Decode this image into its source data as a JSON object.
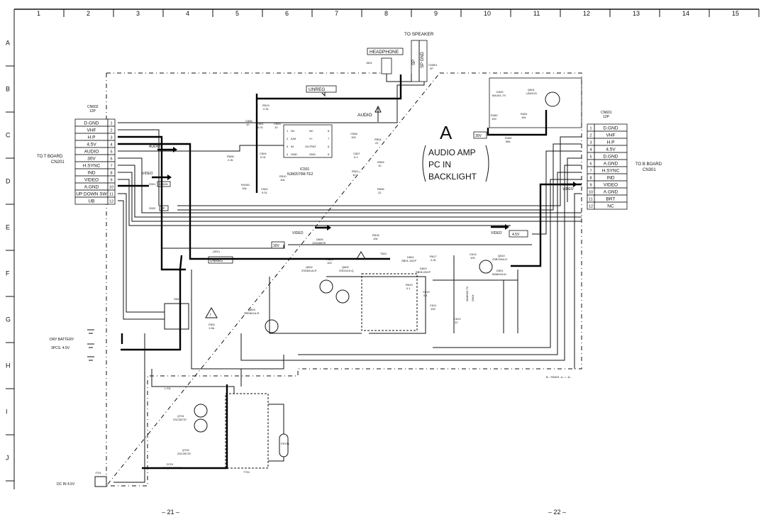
{
  "grid": {
    "columns": [
      "1",
      "2",
      "3",
      "4",
      "5",
      "6",
      "7",
      "8",
      "9",
      "10",
      "11",
      "12",
      "13",
      "14",
      "15"
    ],
    "rows": [
      "A",
      "B",
      "C",
      "D",
      "E",
      "F",
      "G",
      "H",
      "I",
      "J"
    ]
  },
  "board_name": "A",
  "board_function": [
    "AUDIO AMP",
    "PC IN",
    "BACKLIGHT"
  ],
  "to_speaker": "TO SPEAKER",
  "headphone": "HEADPHONE",
  "sp_labels": [
    "SP",
    "SP GND"
  ],
  "j501": "J501",
  "cn501": [
    "CN501",
    "2P"
  ],
  "cn602": {
    "ref": [
      "CN602",
      "12P"
    ],
    "pins": [
      {
        "n": "1",
        "label": "D.GND"
      },
      {
        "n": "2",
        "label": "VHF"
      },
      {
        "n": "3",
        "label": "H.P"
      },
      {
        "n": "4",
        "label": "4.5V"
      },
      {
        "n": "5",
        "label": "AUDIO"
      },
      {
        "n": "6",
        "label": "30V"
      },
      {
        "n": "7",
        "label": "H.SYNC"
      },
      {
        "n": "8",
        "label": "IND"
      },
      {
        "n": "9",
        "label": "VIDEO"
      },
      {
        "n": "10",
        "label": "A.GND"
      },
      {
        "n": "11",
        "label": "UP DOWN SW"
      },
      {
        "n": "12",
        "label": "UB"
      }
    ]
  },
  "to_t_board": [
    "TO T BOARD",
    "CN201"
  ],
  "cn601": {
    "ref": [
      "CN601",
      "12P"
    ],
    "pins": [
      {
        "n": "1",
        "label": "D.GND"
      },
      {
        "n": "2",
        "label": "VHF"
      },
      {
        "n": "3",
        "label": "H.P"
      },
      {
        "n": "4",
        "label": "4.5V"
      },
      {
        "n": "5",
        "label": "D.GND"
      },
      {
        "n": "6",
        "label": "A.GND"
      },
      {
        "n": "7",
        "label": "H.SYNC"
      },
      {
        "n": "8",
        "label": "IND"
      },
      {
        "n": "9",
        "label": "VIDEO"
      },
      {
        "n": "10",
        "label": "A.GND"
      },
      {
        "n": "11",
        "label": "BRT"
      },
      {
        "n": "12",
        "label": "NC"
      }
    ]
  },
  "to_b_board": [
    "TO B BOARD",
    "CN301"
  ],
  "ic501": {
    "ref": "IC501",
    "part": "NJM2070M-TE2",
    "pins": [
      {
        "n": "1",
        "label": "NC"
      },
      {
        "n": "2",
        "label": "A/M"
      },
      {
        "n": "3",
        "label": "IN"
      },
      {
        "n": "4",
        "label": "GND"
      },
      {
        "n": "8",
        "label": "NC"
      },
      {
        "n": "7",
        "label": "V+"
      },
      {
        "n": "6",
        "label": "OUTPAT"
      },
      {
        "n": "5",
        "label": "GND"
      }
    ]
  },
  "signals": {
    "unreg": "UNREG",
    "audio": "AUDIO",
    "video": "VIDEO",
    "v30": "30V",
    "v45": "4.5V",
    "down": "DOWN",
    "up": "UP",
    "v30b": "(30V)"
  },
  "switches": {
    "s001": "S001",
    "s002": "S002",
    "s601": "S601"
  },
  "battery": [
    "DRY BATTERY",
    "3PCS. 4.5V"
  ],
  "dc_in": "DC IN 4.5V",
  "j701": "J701",
  "transistors": [
    {
      "ref": "Q601",
      "part": "UN2215"
    },
    {
      "ref": "Q602",
      "part": "2SD601A-R"
    },
    {
      "ref": "Q603",
      "part": "2SD601A-R"
    },
    {
      "ref": "Q600",
      "part": "2SD1119-Q"
    },
    {
      "ref": "Q610",
      "part": "2SB709A-R"
    },
    {
      "ref": "Q701",
      "part": "2SC2873Y"
    },
    {
      "ref": "Q702",
      "part": "2SC2873Y"
    }
  ],
  "diodes": [
    {
      "ref": "D400",
      "part": "MA151-TX"
    },
    {
      "ref": "D605",
      "part": "1SS355TE"
    },
    {
      "ref": "D602",
      "part": "SB01-15CP"
    },
    {
      "ref": "D603",
      "part": "SB05-05CP"
    },
    {
      "ref": "D601",
      "part": "MA8043-M"
    },
    {
      "ref": "D604",
      "part": "MA8056-TX"
    },
    {
      "ref": "D701",
      "part": "11EQS04-TA1B"
    }
  ],
  "transformers": [
    "T601",
    "T701"
  ],
  "fuse": {
    "ref": "F601",
    "value": "1.5A"
  },
  "fr701": "FR701",
  "l701": "L701",
  "components": [
    {
      "ref": "R513",
      "val": "2.2k"
    },
    {
      "ref": "C506",
      "val": "10"
    },
    {
      "ref": "C501",
      "val": "0.01"
    },
    {
      "ref": "C503",
      "val": "10"
    },
    {
      "ref": "R508",
      "val": "2.2k"
    },
    {
      "ref": "C504",
      "val": "0.01"
    },
    {
      "ref": "RV501",
      "val": "10k"
    },
    {
      "ref": "R510",
      "val": "10k"
    },
    {
      "ref": "C502",
      "val": "0.01"
    },
    {
      "ref": "C508",
      "val": "100"
    },
    {
      "ref": "R504",
      "val": "22"
    },
    {
      "ref": "C507",
      "val": "0.1"
    },
    {
      "ref": "R505",
      "val": "10"
    },
    {
      "ref": "R501",
      "val": "10"
    },
    {
      "ref": "R506",
      "val": "22"
    },
    {
      "ref": "R450",
      "val": "100"
    },
    {
      "ref": "R451",
      "val": "10k"
    },
    {
      "ref": "R460",
      "val": "56k"
    },
    {
      "ref": "R618",
      "val": "10k"
    },
    {
      "ref": "R603",
      "val": "100"
    },
    {
      "ref": "R617",
      "val": "2.2k"
    },
    {
      "ref": "R619",
      "val": "0.1"
    },
    {
      "ref": "C619",
      "val": "0.1"
    },
    {
      "ref": "C611",
      "val": "100"
    },
    {
      "ref": "C612",
      "val": "22"
    },
    {
      "ref": "C613",
      "val": "100"
    }
  ],
  "page_left": "– 21 –",
  "page_right": "– 22 –",
  "model_note": "B - SS823 -U- > -A- ."
}
